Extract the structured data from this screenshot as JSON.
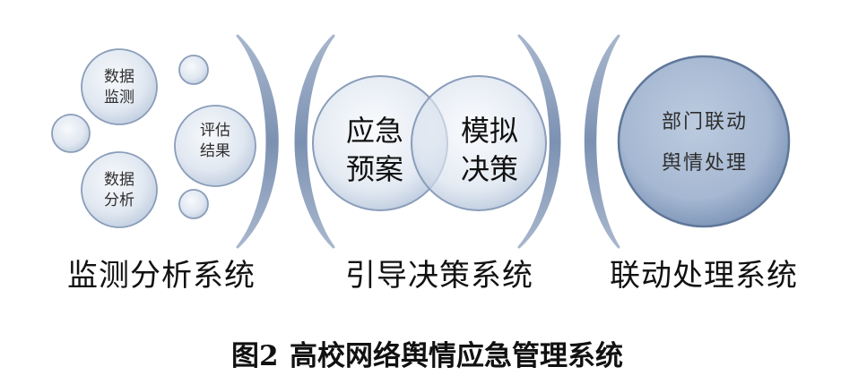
{
  "colors": {
    "text": "#111111",
    "bubble_text": "#2e2e2e",
    "arc": "#7c91b2",
    "bubble_edge": "#8a9dba",
    "big_circle": "#a6b8d2",
    "big_circle_edge": "#5f7799"
  },
  "monitoring_system": {
    "label": "监测分析系统",
    "data_monitoring": [
      "数据",
      "监测"
    ],
    "evaluation_result": [
      "评估",
      "结果"
    ],
    "data_analysis": [
      "数据",
      "分析"
    ]
  },
  "guidance_system": {
    "label": "引导决策系统",
    "emergency_plan": [
      "应急",
      "预案"
    ],
    "simulated_decision": [
      "模拟",
      "决策"
    ]
  },
  "linkage_system": {
    "label": "联动处理系统",
    "department_linkage": [
      "部门联动",
      "舆情处理"
    ]
  },
  "caption": {
    "number": "图2",
    "title": "高校网络舆情应急管理系统"
  }
}
